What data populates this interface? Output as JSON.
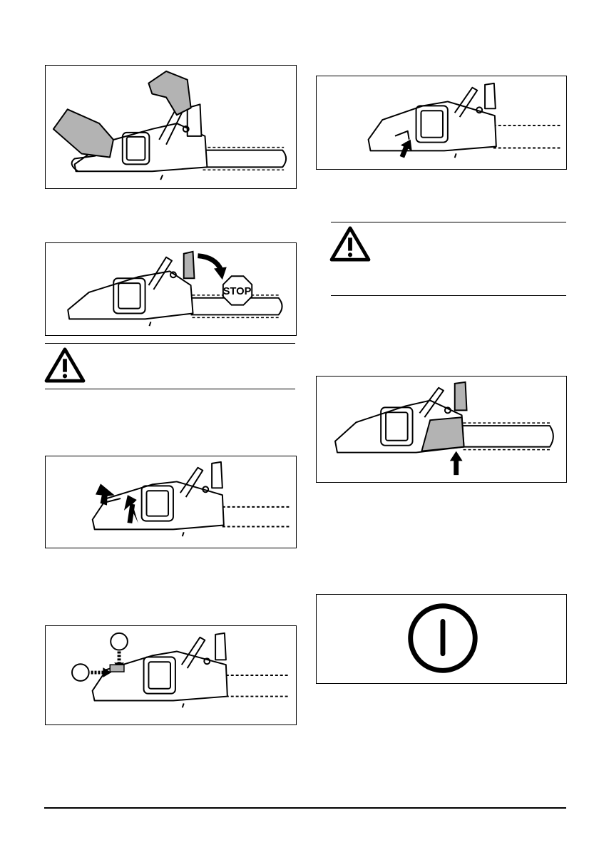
{
  "figures": [
    {
      "id": "hands-on-handles",
      "alt": "two-hands-holding-chainsaw-illustration"
    },
    {
      "id": "chain-brake-stop",
      "alt": "chain-brake-forward-stop-illustration",
      "stop_label": "STOP"
    },
    {
      "id": "throttle-trigger-up",
      "alt": "throttle-trigger-arrow-illustration"
    },
    {
      "id": "lockout-and-trigger",
      "alt": "lockout-press-and-trigger-illustration"
    },
    {
      "id": "lockout-sequence",
      "alt": "lockout-sequence-numbered-illustration"
    },
    {
      "id": "chain-catcher-shade",
      "alt": "chain-catcher-highlight-illustration"
    },
    {
      "id": "power-symbol",
      "alt": "power-on-off-symbol"
    }
  ],
  "colors": {
    "ink": "#000000",
    "shade": "#b3b3b3",
    "paper": "#ffffff"
  }
}
